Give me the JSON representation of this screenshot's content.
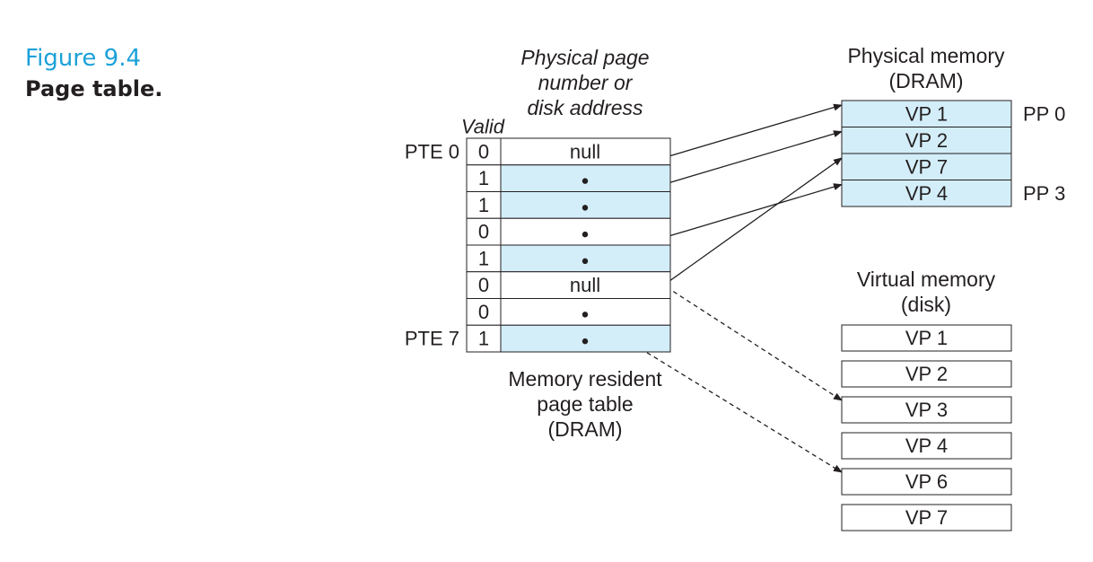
{
  "figure": {
    "number": "Figure 9.4",
    "title": "Page table."
  },
  "page_table": {
    "header_valid": "Valid",
    "header_ppn_lines": [
      "Physical page",
      "number or",
      "disk address"
    ],
    "first_label": "PTE 0",
    "last_label": "PTE 7",
    "null_label": "null",
    "caption_lines": [
      "Memory resident",
      "page table",
      "(DRAM)"
    ],
    "rows": [
      {
        "valid": "0",
        "entry": "null"
      },
      {
        "valid": "1",
        "entry": "ptr",
        "target": "phys",
        "index": 0
      },
      {
        "valid": "1",
        "entry": "ptr",
        "target": "phys",
        "index": 1
      },
      {
        "valid": "0",
        "entry": "ptr",
        "target": "disk",
        "index": 2
      },
      {
        "valid": "1",
        "entry": "ptr",
        "target": "phys",
        "index": 3
      },
      {
        "valid": "0",
        "entry": "null"
      },
      {
        "valid": "0",
        "entry": "ptr",
        "target": "disk",
        "index": 4
      },
      {
        "valid": "1",
        "entry": "ptr",
        "target": "phys",
        "index": 2
      }
    ]
  },
  "physical_memory": {
    "title_lines": [
      "Physical memory",
      "(DRAM)"
    ],
    "pages": [
      "VP 1",
      "VP 2",
      "VP 7",
      "VP 4"
    ],
    "first_label": "PP 0",
    "last_label": "PP 3"
  },
  "virtual_memory": {
    "title_lines": [
      "Virtual memory",
      "(disk)"
    ],
    "pages": [
      "VP 1",
      "VP 2",
      "VP 3",
      "VP 4",
      "VP 6",
      "VP 7"
    ]
  },
  "colors": {
    "accent": "#1ba1d8",
    "cell_fill": "#d3eef9",
    "stroke": "#231f20"
  }
}
